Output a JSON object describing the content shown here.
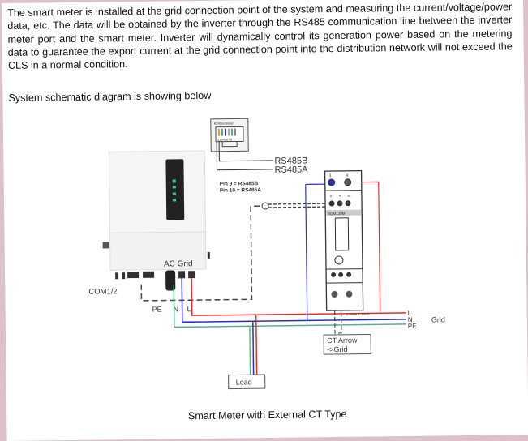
{
  "document": {
    "paragraph": "The smart meter is installed at the grid connection point of the system and measuring the current/voltage/power data, etc. The data will be obtained by the inverter through the RS485 communication line between the inverter meter port and the smart meter. Inverter will dynamically control its generation power based on the metering data to guarantee the export current at the grid connection point into the distribution network will not exceed the CLS in a normal condition.",
    "subheading": "System schematic diagram is showing below",
    "caption": "Smart Meter with External CT Type"
  },
  "diagram": {
    "rj45_label": "RJ45terminal",
    "rj45_pins": "12345678",
    "rs485b": "RS485B",
    "rs485a": "RS485A",
    "pin9": "Pin 9 = RS485B",
    "pin10": "Pin 10 = RS485A",
    "ac_grid": "AC Grid",
    "com": "COM1/2",
    "pe": "PE",
    "n": "N",
    "l": "L",
    "meter_model": "SDM120M",
    "meter_terminals_top": [
      "3",
      "4"
    ],
    "meter_terminals_rs485": [
      "8",
      "9",
      "10"
    ],
    "ct_wires": "1:White 2: Black",
    "grid_l": "L",
    "grid_n": "N",
    "grid_pe": "PE",
    "grid": "Grid",
    "ct_arrow_1": "CT Arrow",
    "ct_arrow_2": "->Grid",
    "load": "Load",
    "colors": {
      "line": "#e03030",
      "neutral": "#2b2fc0",
      "earth": "#5fae8a"
    }
  }
}
